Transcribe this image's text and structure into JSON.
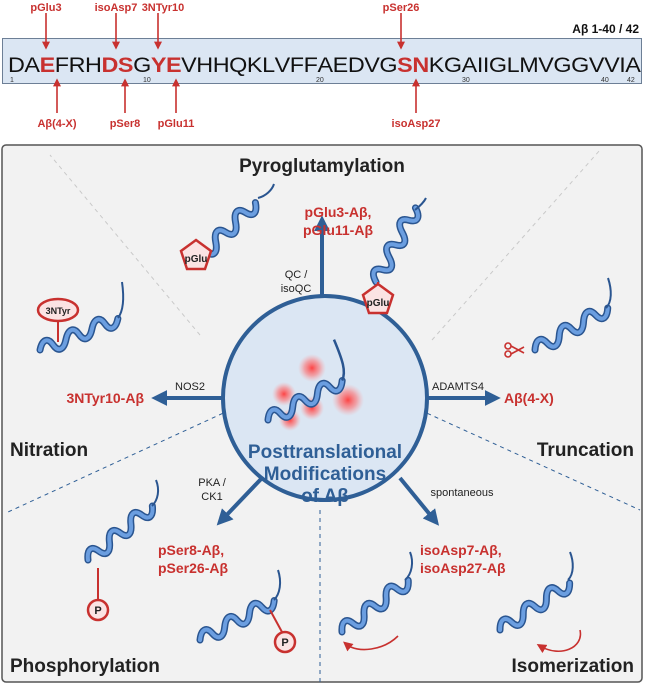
{
  "top": {
    "title": "Aβ 1-40 / 42",
    "sequence": "DAEFRHDSGYEVHHQKLVFFAEDVGSNKGAIIGLMVGGVVIA",
    "numbers": [
      "1",
      "10",
      "20",
      "30",
      "40",
      "42"
    ],
    "above_labels": [
      "pGlu3",
      "isoAsp7",
      "3NTyr10",
      "pSer26"
    ],
    "below_labels": [
      "Aβ(4-X)",
      "pSer8",
      "pGlu11",
      "isoAsp27"
    ]
  },
  "center": {
    "line1": "Posttranslational",
    "line2": "Modifications",
    "line3": "of Aβ"
  },
  "categories": {
    "top": "Pyroglutamylation",
    "left": "Nitration",
    "right": "Truncation",
    "bottom_left": "Phosphorylation",
    "bottom_right": "Isomerization"
  },
  "enzymes": {
    "top_1": "QC /",
    "top_2": "isoQC",
    "left": "NOS2",
    "right": "ADAMTS4",
    "bl_1": "PKA /",
    "bl_2": "CK1",
    "br": "spontaneous"
  },
  "products": {
    "top_1": "pGlu3-Aβ,",
    "top_2": "pGlu11-Aβ",
    "left": "3NTyr10-Aβ",
    "right": "Aβ(4-X)",
    "bl_1": "pSer8-Aβ,",
    "bl_2": "pSer26-Aβ",
    "br_1": "isoAsp7-Aβ,",
    "br_2": "isoAsp27-Aβ"
  },
  "badges": {
    "pglu": "pGlu",
    "ntyr": "3NTyr",
    "p": "P"
  },
  "colors": {
    "red": "#c8312f",
    "blue": "#2f5f96",
    "helix": "#4a7fc8",
    "panel_bg": "#f2f2f2",
    "circle_fill": "#dbe6f3",
    "box_fill": "#dbe6f3"
  }
}
